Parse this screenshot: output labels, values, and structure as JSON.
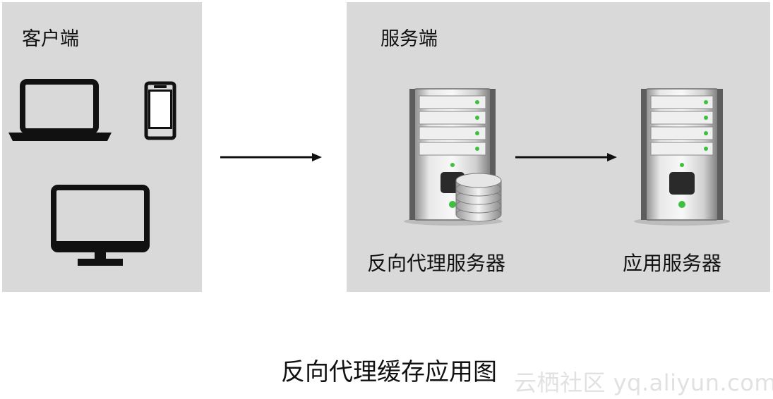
{
  "client": {
    "title": "客户端",
    "devices": [
      "laptop-icon",
      "phone-icon",
      "monitor-icon"
    ]
  },
  "server": {
    "title": "服务端",
    "proxy_label": "反向代理服务器",
    "app_label": "应用服务器"
  },
  "caption": "反向代理缓存应用图",
  "watermark": "云栖社区 yq.aliyun.com",
  "colors": {
    "panel": "#d9d9d9",
    "arrow": "#111111",
    "led": "#3fbf3f"
  }
}
